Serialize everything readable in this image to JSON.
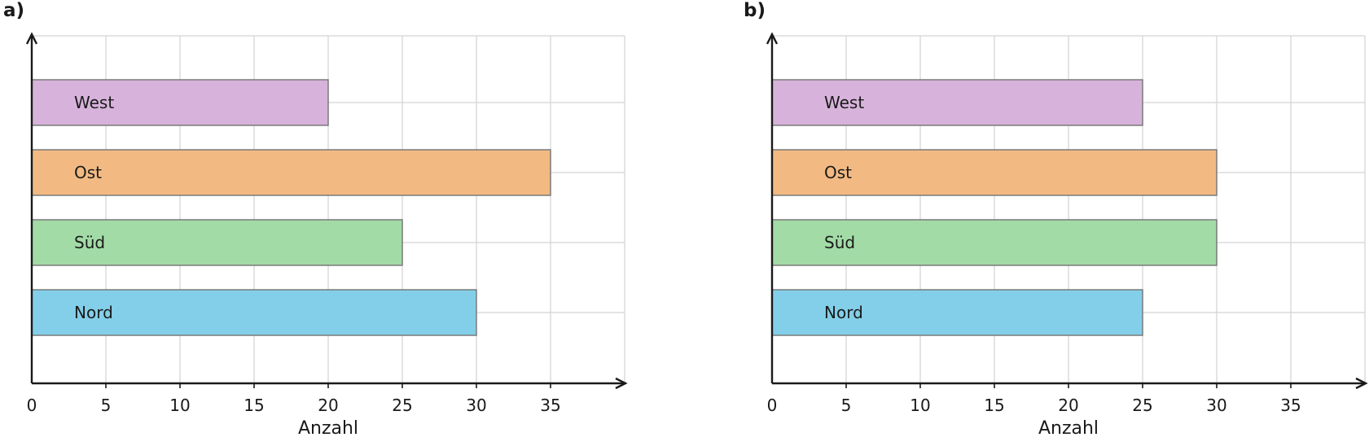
{
  "colors": {
    "West": "#d7b3db",
    "Ost": "#f2ba82",
    "Süd": "#a2dba6",
    "Nord": "#83cfe9"
  },
  "chart_data": [
    {
      "type": "bar",
      "orientation": "horizontal",
      "panel_label": "a)",
      "categories": [
        "Nord",
        "Süd",
        "Ost",
        "West"
      ],
      "values": [
        30,
        25,
        35,
        20
      ],
      "xlabel": "Anzahl",
      "ylabel": "",
      "xlim": [
        0,
        40
      ],
      "xticks": [
        0,
        5,
        10,
        15,
        20,
        25,
        30,
        35
      ],
      "grid": true,
      "legend": "none"
    },
    {
      "type": "bar",
      "orientation": "horizontal",
      "panel_label": "b)",
      "categories": [
        "Nord",
        "Süd",
        "Ost",
        "West"
      ],
      "values": [
        25,
        30,
        30,
        25
      ],
      "xlabel": "Anzahl",
      "ylabel": "",
      "xlim": [
        0,
        40
      ],
      "xticks": [
        0,
        5,
        10,
        15,
        20,
        25,
        30,
        35
      ],
      "grid": true,
      "legend": "none"
    }
  ]
}
